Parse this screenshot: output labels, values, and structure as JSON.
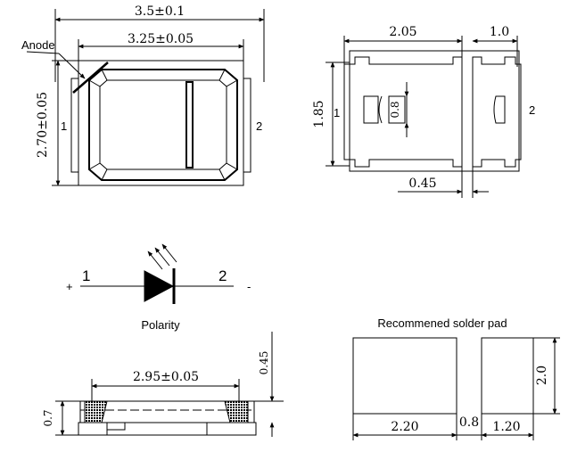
{
  "top_view": {
    "overall_width": "3.5±0.1",
    "inner_width": "3.25±0.05",
    "height": "2.70±0.05",
    "anode_label": "Anode",
    "pin1": "1",
    "pin2": "2"
  },
  "pad_view": {
    "pad1_width": "2.05",
    "pad2_width": "1.0",
    "height": "1.85",
    "slot_height": "0.8",
    "gap": "0.45",
    "pin1": "1",
    "pin2": "2"
  },
  "polarity": {
    "pin1": "1",
    "pin2": "2",
    "plus": "+",
    "minus": "-",
    "caption": "Polarity"
  },
  "side_view": {
    "top_width": "2.95±0.05",
    "lens_height": "0.45",
    "total_height": "0.7"
  },
  "solder_pad": {
    "title": "Recommened solder pad",
    "pad1_width": "2.20",
    "gap": "0.8",
    "pad2_width": "1.20",
    "height": "2.0"
  },
  "colors": {
    "line": "#000000",
    "background": "#ffffff"
  }
}
